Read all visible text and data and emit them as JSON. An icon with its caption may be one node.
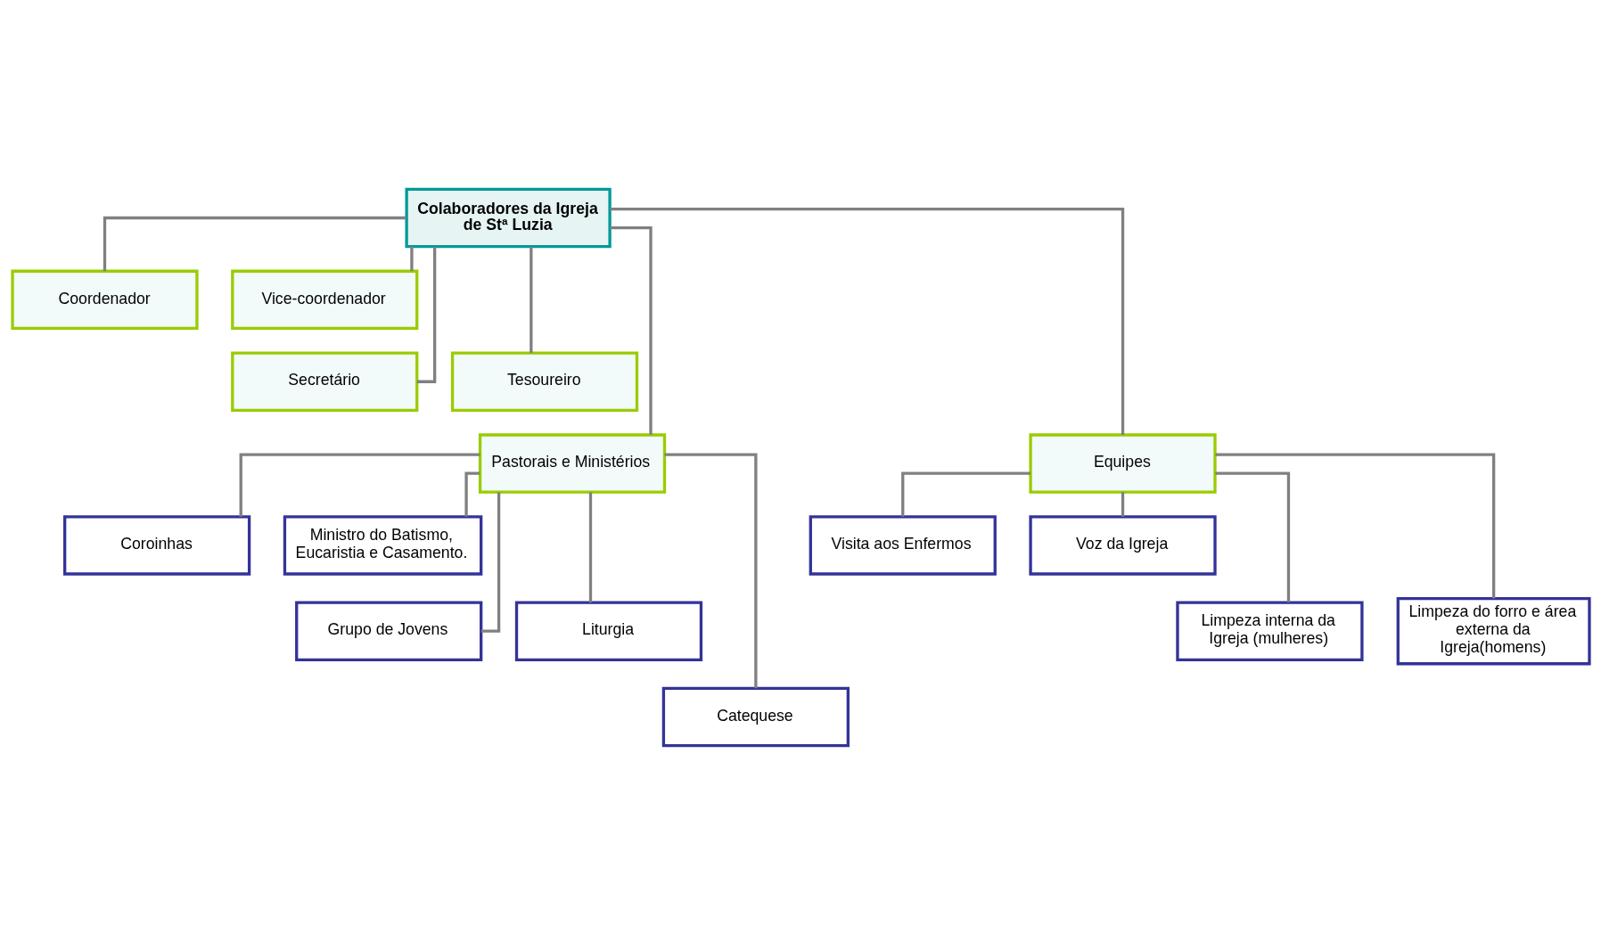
{
  "diagram": {
    "nodes": [
      {
        "text": [
          "Colaboradores da Igreja de Stª Luzia"
        ]
      },
      {
        "text": [
          "Coordenador"
        ]
      },
      {
        "text": [
          "Vice-coordenador"
        ]
      },
      {
        "text": [
          "Secretário"
        ]
      },
      {
        "text": [
          "Tesoureiro"
        ]
      },
      {
        "text": [
          "Pastorais e Ministérios"
        ]
      },
      {
        "text": [
          "Equipes"
        ]
      },
      {
        "text": [
          "Coroinhas"
        ]
      },
      {
        "text": [
          "Ministro do Batismo, Eucaristia e Casamento."
        ]
      },
      {
        "text": [
          "Grupo de Jovens"
        ]
      },
      {
        "text": [
          "Liturgia"
        ]
      },
      {
        "text": [
          "Catequese"
        ]
      },
      {
        "text": [
          "Visita aos Enfermos"
        ]
      },
      {
        "text": [
          "Voz da Igreja"
        ]
      },
      {
        "text": [
          "Limpeza interna da Igreja (mulheres)"
        ]
      },
      {
        "text": [
          "Limpeza do forro e área externa da Igreja(homens)"
        ]
      }
    ],
    "edges": [
      {
        "from": 0,
        "to": 1,
        "arrow": "none"
      },
      {
        "from": 0,
        "to": 2,
        "arrow": "none"
      },
      {
        "from": 0,
        "to": 3,
        "arrow": "none"
      },
      {
        "from": 0,
        "to": 4,
        "arrow": "none"
      },
      {
        "from": 0,
        "to": 5,
        "arrow": "none"
      },
      {
        "from": 0,
        "to": 6,
        "arrow": "none"
      },
      {
        "from": 5,
        "to": 7,
        "arrow": "none"
      },
      {
        "from": 5,
        "to": 8,
        "arrow": "none"
      },
      {
        "from": 5,
        "to": 9,
        "arrow": "none"
      },
      {
        "from": 5,
        "to": 10,
        "arrow": "none"
      },
      {
        "from": 5,
        "to": 11,
        "arrow": "none"
      },
      {
        "from": 6,
        "to": 12,
        "arrow": "none"
      },
      {
        "from": 6,
        "to": 13,
        "arrow": "none"
      },
      {
        "from": 6,
        "to": 14,
        "arrow": "none"
      },
      {
        "from": 6,
        "to": 15,
        "arrow": "none"
      }
    ]
  }
}
